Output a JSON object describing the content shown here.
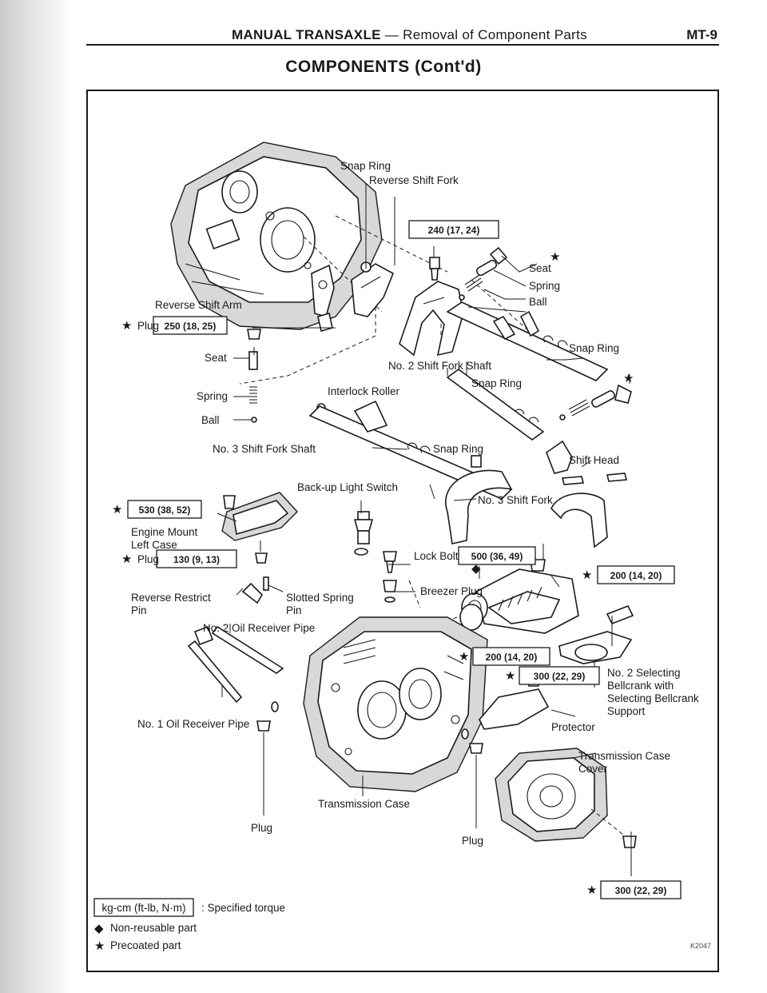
{
  "header": {
    "section": "MANUAL TRANSAXLE",
    "subsection": " — Removal of Component Parts",
    "page": "MT-9"
  },
  "title": "COMPONENTS (Cont'd)",
  "labels": {
    "snap_ring_top": "Snap Ring",
    "reverse_shift_fork": "Reverse Shift Fork",
    "seat_right": "Seat",
    "spring_right": "Spring",
    "ball_right": "Ball",
    "reverse_shift_arm": "Reverse Shift Arm",
    "plug_1": "Plug",
    "snap_ring_right": "Snap Ring",
    "seat_left": "Seat",
    "no2_shift_fork_shaft": "No. 2 Shift Fork Shaft",
    "snap_ring_mid": "Snap Ring",
    "interlock_roller": "Interlock Roller",
    "spring_left": "Spring",
    "ball_left": "Ball",
    "no3_shift_fork_shaft": "No. 3 Shift Fork Shaft",
    "snap_ring_lower": "Snap Ring",
    "shift_head": "Shift Head",
    "backup_light_switch": "Back-up Light Switch",
    "no3_shift_fork": "No. 3 Shift Fork",
    "engine_mount_1": "Engine Mount",
    "engine_mount_2": "Left Case",
    "lock_bolt": "Lock Bolt",
    "plug_2": "Plug",
    "breezer_plug": "Breezer Plug",
    "reverse_restrict_1": "Reverse Restrict",
    "reverse_restrict_2": "Pin",
    "slotted_spring_1": "Slotted Spring",
    "slotted_spring_2": "Pin",
    "no2_oil_receiver_pipe": "No. 2 Oil Receiver Pipe",
    "no2_selecting_1": "No. 2 Selecting",
    "no2_selecting_2": "Bellcrank with",
    "no2_selecting_3": "Selecting Bellcrank",
    "no2_selecting_4": "Support",
    "no1_oil_receiver_pipe": "No. 1 Oil Receiver Pipe",
    "protector": "Protector",
    "transmission_case_cover_1": "Transmission Case",
    "transmission_case_cover_2": "Cover",
    "transmission_case": "Transmission Case",
    "plug_bottom_left": "Plug",
    "plug_bottom_mid": "Plug"
  },
  "torques": {
    "t_240": "240 (17, 24)",
    "t_250": "250 (18, 25)",
    "t_530": "530 (38, 52)",
    "t_130": "130 (9, 13)",
    "t_500": "500 (36, 49)",
    "t_200a": "200 (14, 20)",
    "t_200b": "200 (14, 20)",
    "t_300a": "300 (22, 29)",
    "t_300b": "300 (22, 29)"
  },
  "legend": {
    "unit_box": "kg-cm (ft-lb, N·m)",
    "unit_desc": ": Specified torque",
    "nonreusable": "Non-reusable part",
    "precoated": "Precoated part"
  },
  "figure_ref": "K2047"
}
